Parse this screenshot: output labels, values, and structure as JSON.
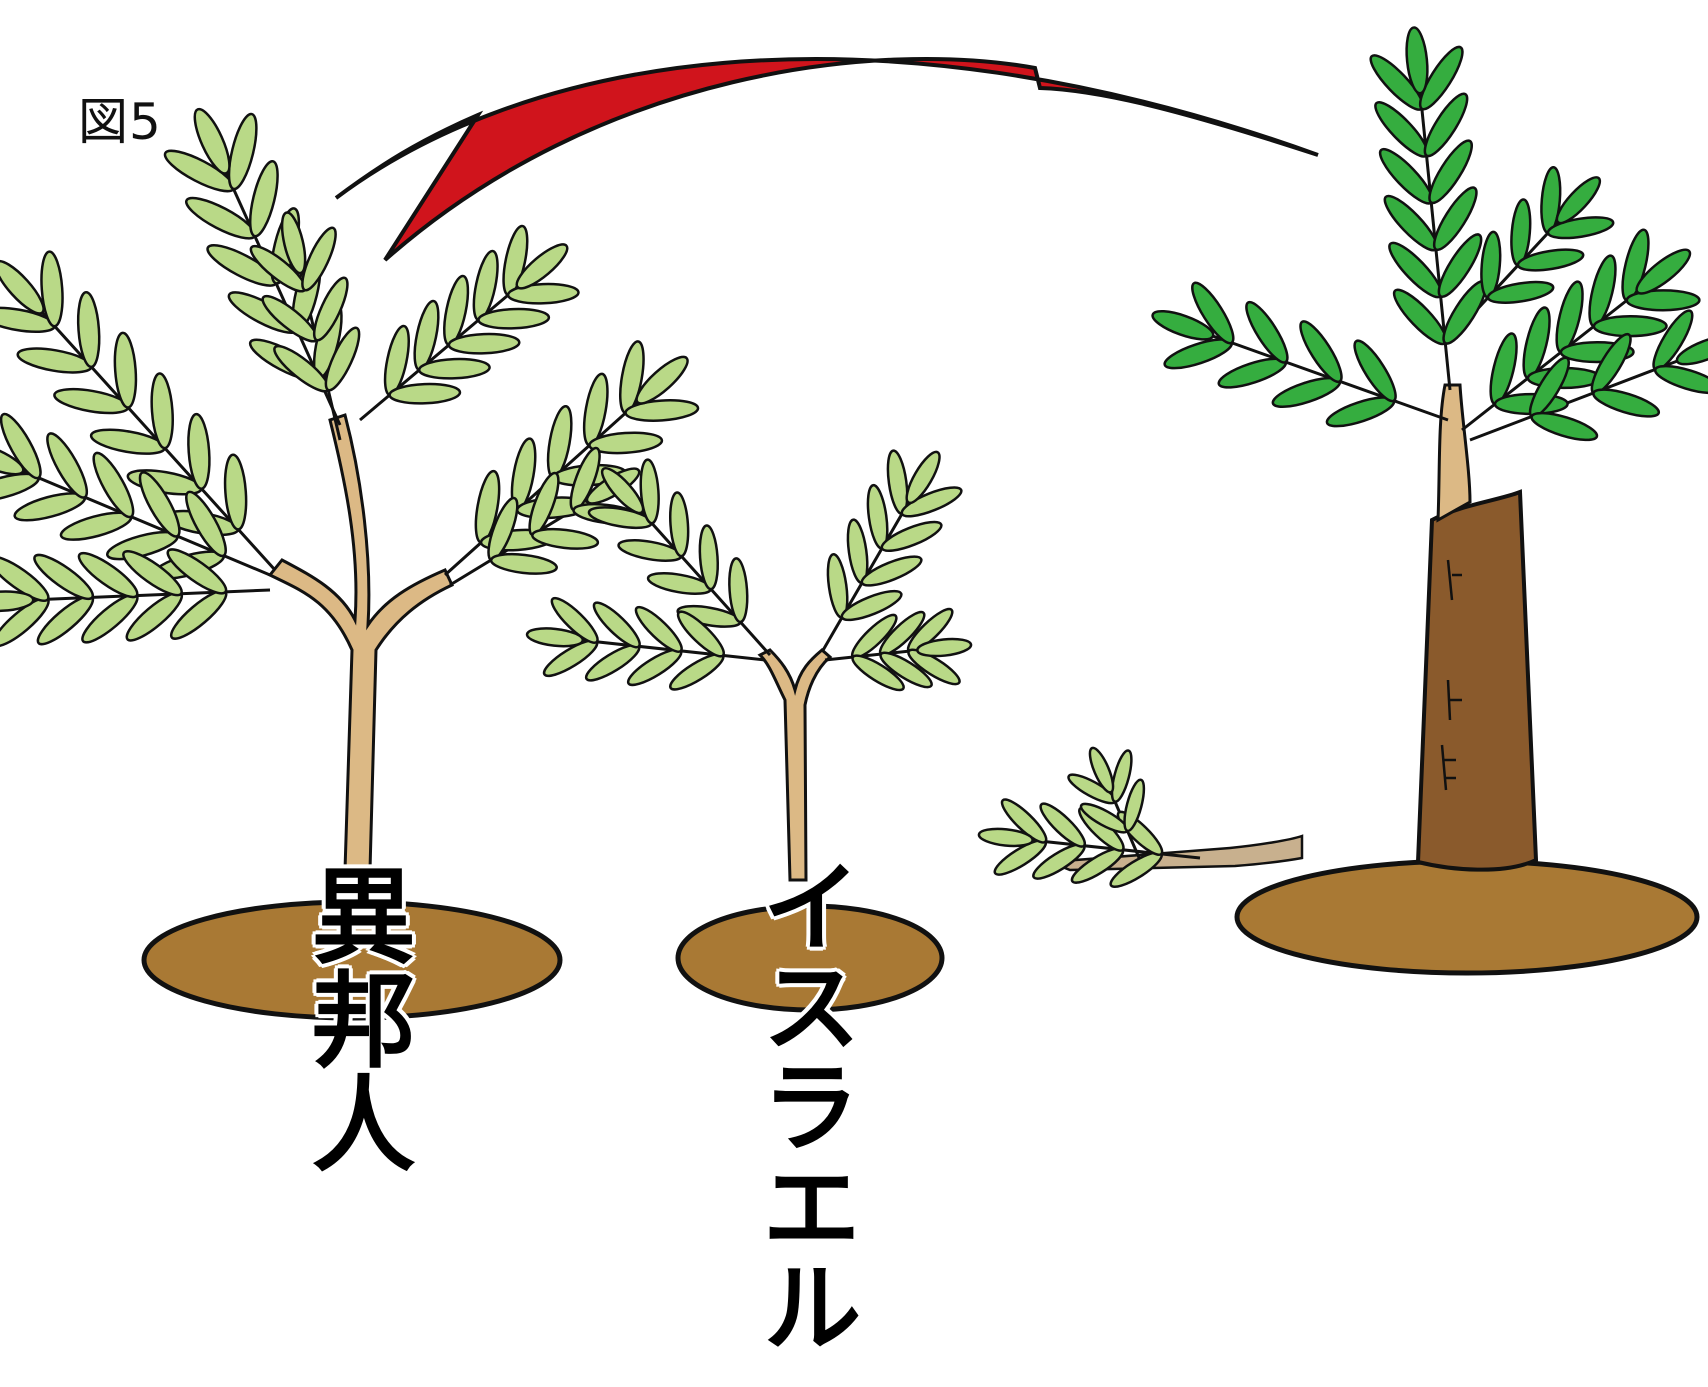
{
  "figure_label": "図5",
  "labels": {
    "gentiles": "異邦人",
    "israel": "イスラエル"
  },
  "colors": {
    "leaf_light": "#b9d987",
    "leaf_dark": "#35ad3f",
    "soil": "#a97934",
    "trunk_light": "#dcb985",
    "trunk_dark": "#8a5a2c",
    "arrow": "#d0141c",
    "outline": "#111111"
  }
}
